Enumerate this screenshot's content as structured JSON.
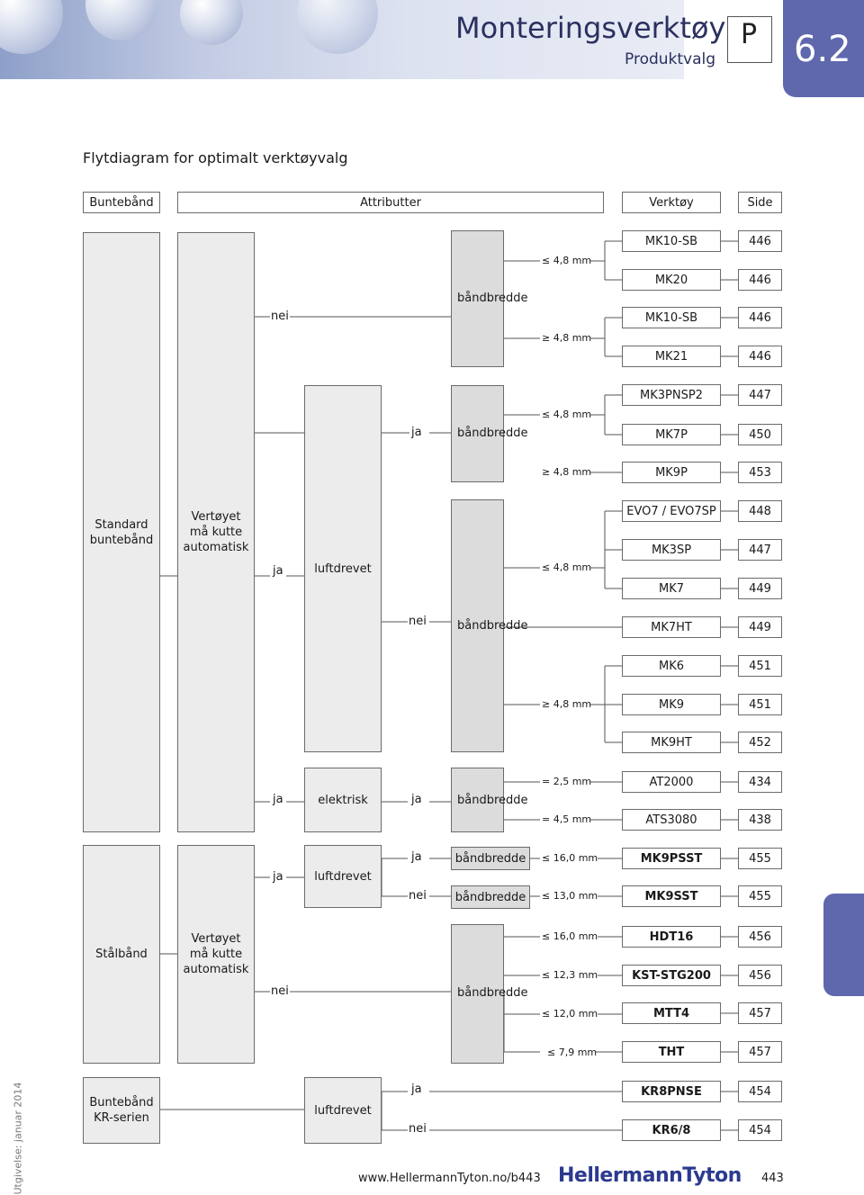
{
  "header": {
    "title": "Monteringsverktøy",
    "subtitle": "Produktvalg",
    "p_icon": "P",
    "section": "6.2"
  },
  "page_title": "Flytdiagram for optimalt verktøyvalg",
  "columns": {
    "buntebaand": "Buntebånd",
    "attributter": "Attributter",
    "verktoy": "Verktøy",
    "side": "Side"
  },
  "labels": {
    "ja": "ja",
    "nei": "nei",
    "baandbredde": "båndbredde",
    "luftdrevet": "luftdrevet",
    "elektrisk": "elektrisk",
    "vertoyet_l1": "Vertøyet",
    "vertoyet_l2": "må kutte",
    "vertoyet_l3": "automatisk",
    "standard_l1": "Standard",
    "standard_l2": "buntebånd",
    "staalbaand": "Stålbånd",
    "kr_l1": "Buntebånd",
    "kr_l2": "KR-serien"
  },
  "conditions": {
    "le48": "≤ 4,8 mm",
    "ge48": "≥ 4,8 mm",
    "eq25": "= 2,5 mm",
    "eq45": "= 4,5 mm",
    "le160": "≤ 16,0 mm",
    "le130": "≤ 13,0 mm",
    "le123": "≤ 12,3 mm",
    "le120": "≤ 12,0 mm",
    "le79": "≤ 7,9 mm"
  },
  "tools": [
    {
      "name": "MK10-SB",
      "page": "446"
    },
    {
      "name": "MK20",
      "page": "446"
    },
    {
      "name": "MK10-SB",
      "page": "446"
    },
    {
      "name": "MK21",
      "page": "446"
    },
    {
      "name": "MK3PNSP2",
      "page": "447"
    },
    {
      "name": "MK7P",
      "page": "450"
    },
    {
      "name": "MK9P",
      "page": "453"
    },
    {
      "name": "EVO7 / EVO7SP",
      "page": "448"
    },
    {
      "name": "MK3SP",
      "page": "447"
    },
    {
      "name": "MK7",
      "page": "449"
    },
    {
      "name": "MK7HT",
      "page": "449"
    },
    {
      "name": "MK6",
      "page": "451"
    },
    {
      "name": "MK9",
      "page": "451"
    },
    {
      "name": "MK9HT",
      "page": "452"
    },
    {
      "name": "AT2000",
      "page": "434"
    },
    {
      "name": "ATS3080",
      "page": "438"
    },
    {
      "name": "MK9PSST",
      "page": "455"
    },
    {
      "name": "MK9SST",
      "page": "455"
    },
    {
      "name": "HDT16",
      "page": "456"
    },
    {
      "name": "KST-STG200",
      "page": "456"
    },
    {
      "name": "MTT4",
      "page": "457"
    },
    {
      "name": "THT",
      "page": "457"
    },
    {
      "name": "KR8PNSE",
      "page": "454"
    },
    {
      "name": "KR6/8",
      "page": "454"
    }
  ],
  "footer": {
    "url": "www.HellermannTyton.no/b443",
    "logo": "HellermannTyton",
    "page": "443",
    "edition": "Utgivelse: januar 2014"
  }
}
